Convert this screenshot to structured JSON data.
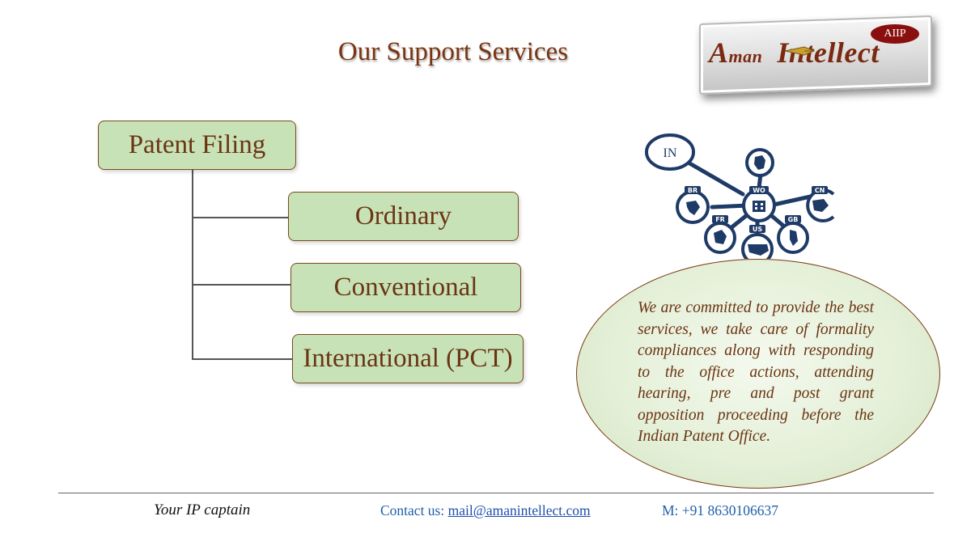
{
  "slide": {
    "title": "Our Support Services"
  },
  "logo": {
    "brand_a": "A",
    "brand_man": "man",
    "brand_intellect": "Intellect",
    "badge": "AIIP"
  },
  "tree": {
    "root": "Patent Filing",
    "children": [
      "Ordinary",
      "Conventional",
      "International (PCT)"
    ]
  },
  "network": {
    "center": "WO",
    "nodes": [
      "IN",
      "BR",
      "CN",
      "FR",
      "US",
      "GB"
    ]
  },
  "statement": "We are committed to provide the best services, we take care of formality compliances along with responding to the office actions, attending hearing, pre and post grant opposition proceeding before the Indian Patent Office.",
  "footer": {
    "tagline": "Your IP captain",
    "contact_label": "Contact us: ",
    "email": "mail@amanintellect.com",
    "mobile": "M: +91 8630106637"
  },
  "colors": {
    "title": "#7a3410",
    "box_fill": "#c8e2b8",
    "box_text": "#6b3412",
    "network_blue": "#1e3a66",
    "link_blue": "#1f4fb0"
  }
}
